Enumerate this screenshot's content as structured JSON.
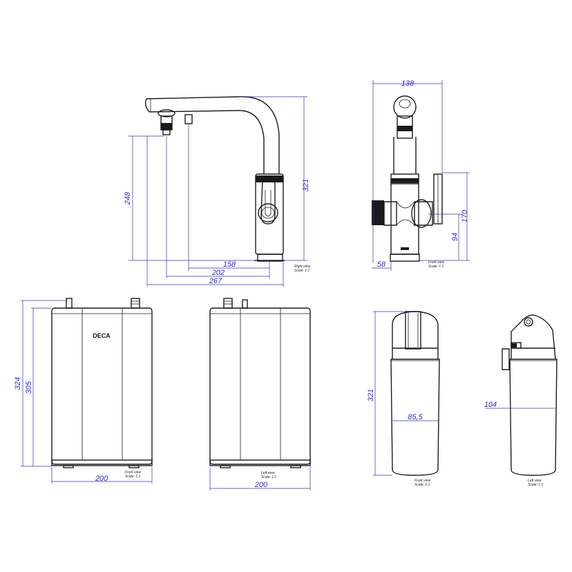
{
  "brand": {
    "logo_text": "DECA"
  },
  "views": {
    "tap_right": {
      "caption": "Right view",
      "scale": "Scale: 1:1"
    },
    "tap_front": {
      "caption": "Front view",
      "scale": "Scale: 1:1"
    },
    "tank_front": {
      "caption": "Front view",
      "scale": "Scale: 1:1"
    },
    "tank_left": {
      "caption": "Left view",
      "scale": "Scale: 1:1"
    },
    "filter_front": {
      "caption": "Front view",
      "scale": "Scale: 1:1"
    },
    "filter_left": {
      "caption": "Left view",
      "scale": "Scale: 1:1"
    }
  },
  "dimensions": {
    "tap_right_height_total": "321",
    "tap_right_spout_height": "248",
    "tap_right_158": "158",
    "tap_right_202": "202",
    "tap_right_267": "267",
    "tap_front_width": "138",
    "tap_front_170": "170",
    "tap_front_94": "94",
    "tap_front_58": "58",
    "tank_front_324": "324",
    "tank_front_305": "305",
    "tank_front_width": "200",
    "tank_left_width": "200",
    "filter_front_height": "321",
    "filter_front_width": "85,5",
    "filter_left_104": "104"
  }
}
